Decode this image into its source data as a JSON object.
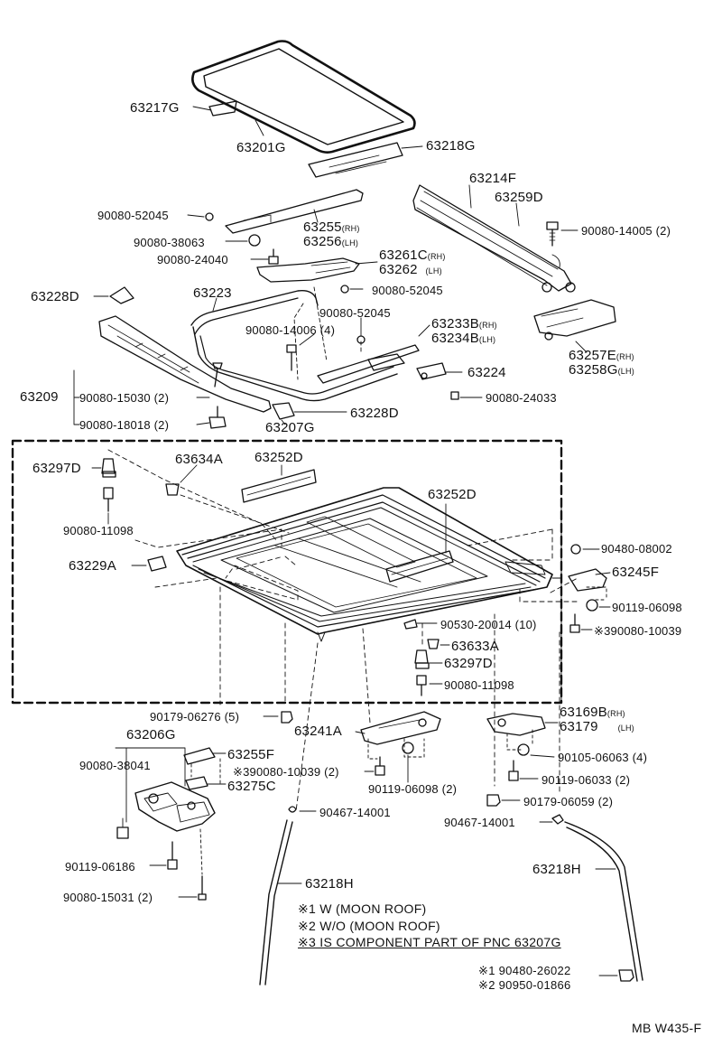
{
  "labels": {
    "p63217G": "63217G",
    "p63201G": "63201G",
    "p63218G": "63218G",
    "p63214F": "63214F",
    "p63259D": "63259D",
    "p90080_52045a": "90080-52045",
    "p90080_38063": "90080-38063",
    "p90080_24040": "90080-24040",
    "p63255": "63255",
    "p63255_s": "(RH)",
    "p63256": "63256",
    "p63256_s": "(LH)",
    "p90080_14005": "90080-14005 (2)",
    "p63261C": "63261C",
    "p63261C_s": "(RH)",
    "p63262": "63262",
    "p63262_s": "(LH)",
    "p90080_52045b": "90080-52045",
    "p63228D_a": "63228D",
    "p63223": "63223",
    "p90080_52045c": "90080-52045",
    "p90080_14006": "90080-14006 (4)",
    "p63233B": "63233B",
    "p63233B_s": "(RH)",
    "p63234B": "63234B",
    "p63234B_s": "(LH)",
    "p63257E": "63257E",
    "p63257E_s": "(RH)",
    "p63258G": "63258G",
    "p63258G_s": "(LH)",
    "p63224": "63224",
    "p63209": "63209",
    "p90080_15030": "90080-15030 (2)",
    "p90080_18018": "90080-18018 (2)",
    "p90080_24033": "90080-24033",
    "p63207G": "63207G",
    "p63228D_b": "63228D",
    "p63297D_a": "63297D",
    "p63634A": "63634A",
    "p63252D_a": "63252D",
    "p63252D_b": "63252D",
    "p90080_11098a": "90080-11098",
    "p90480_08002": "90480-08002",
    "p63229A": "63229A",
    "p63245F": "63245F",
    "p90119_06098a": "90119-06098",
    "p90080_10039a": "※390080-10039",
    "p90530_20014": "90530-20014 (10)",
    "p63633A": "63633A",
    "p63297D_b": "63297D",
    "p90080_11098b": "90080-11098",
    "p90179_06276": "90179-06276 (5)",
    "p63241A": "63241A",
    "p63169B": "63169B",
    "p63169B_s": "(RH)",
    "p63179": "63179",
    "p63179_s": "(LH)",
    "p63206G": "63206G",
    "p90080_38041": "90080-38041",
    "p63255F": "63255F",
    "p90080_10039b": "※390080-10039 (2)",
    "p63275C": "63275C",
    "p90105_06063": "90105-06063 (4)",
    "p90119_06098b": "90119-06098 (2)",
    "p90119_06033": "90119-06033 (2)",
    "p90179_06059": "90179-06059 (2)",
    "p90467_14001a": "90467-14001",
    "p90467_14001b": "90467-14001",
    "p90119_06186": "90119-06186",
    "p63218H_a": "63218H",
    "p63218H_b": "63218H",
    "p90080_15031": "90080-15031 (2)"
  },
  "notes": {
    "n1": "※1 W (MOON ROOF)",
    "n2": "※2 W/O (MOON ROOF)",
    "n3": "※3 IS COMPONENT PART OF PNC 63207G",
    "n4": "※1 90480-26022",
    "n5": "※2 90950-01866"
  },
  "figure_code": "MB W435-F"
}
